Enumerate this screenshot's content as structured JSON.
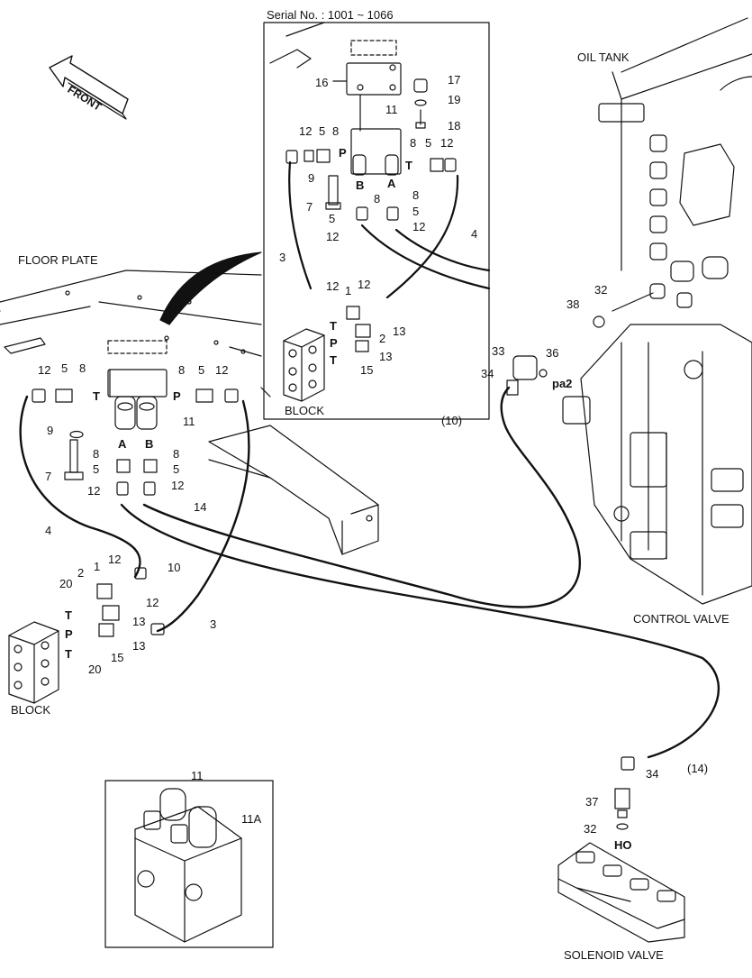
{
  "header": {
    "serial": "Serial No. : 1001 ~ 1066"
  },
  "front_label": "FRONT",
  "titles": {
    "oil_tank": "OIL TANK",
    "floor_plate": "FLOOR PLATE",
    "control_valve": "CONTROL VALVE",
    "block_inset": "BLOCK",
    "block_main": "BLOCK",
    "solenoid_valve": "SOLENOID VALVE"
  },
  "ports": {
    "P": "P",
    "T": "T",
    "A": "A",
    "B": "B",
    "pa2": "pa2",
    "HO": "HO"
  },
  "callouts": {
    "n1": "1",
    "n2": "2",
    "n3": "3",
    "n4": "4",
    "n5": "5",
    "n7": "7",
    "n8": "8",
    "n9": "9",
    "n10": "10",
    "n11": "11",
    "n11a": "11A",
    "n12": "12",
    "n13": "13",
    "n14": "14",
    "n15": "15",
    "n16": "16",
    "n17": "17",
    "n18": "18",
    "n19": "19",
    "n20": "20",
    "n32": "32",
    "n33": "33",
    "n34": "34",
    "n36": "36",
    "n37": "37",
    "n38": "38",
    "p10": "(10)",
    "p14": "(14)"
  }
}
